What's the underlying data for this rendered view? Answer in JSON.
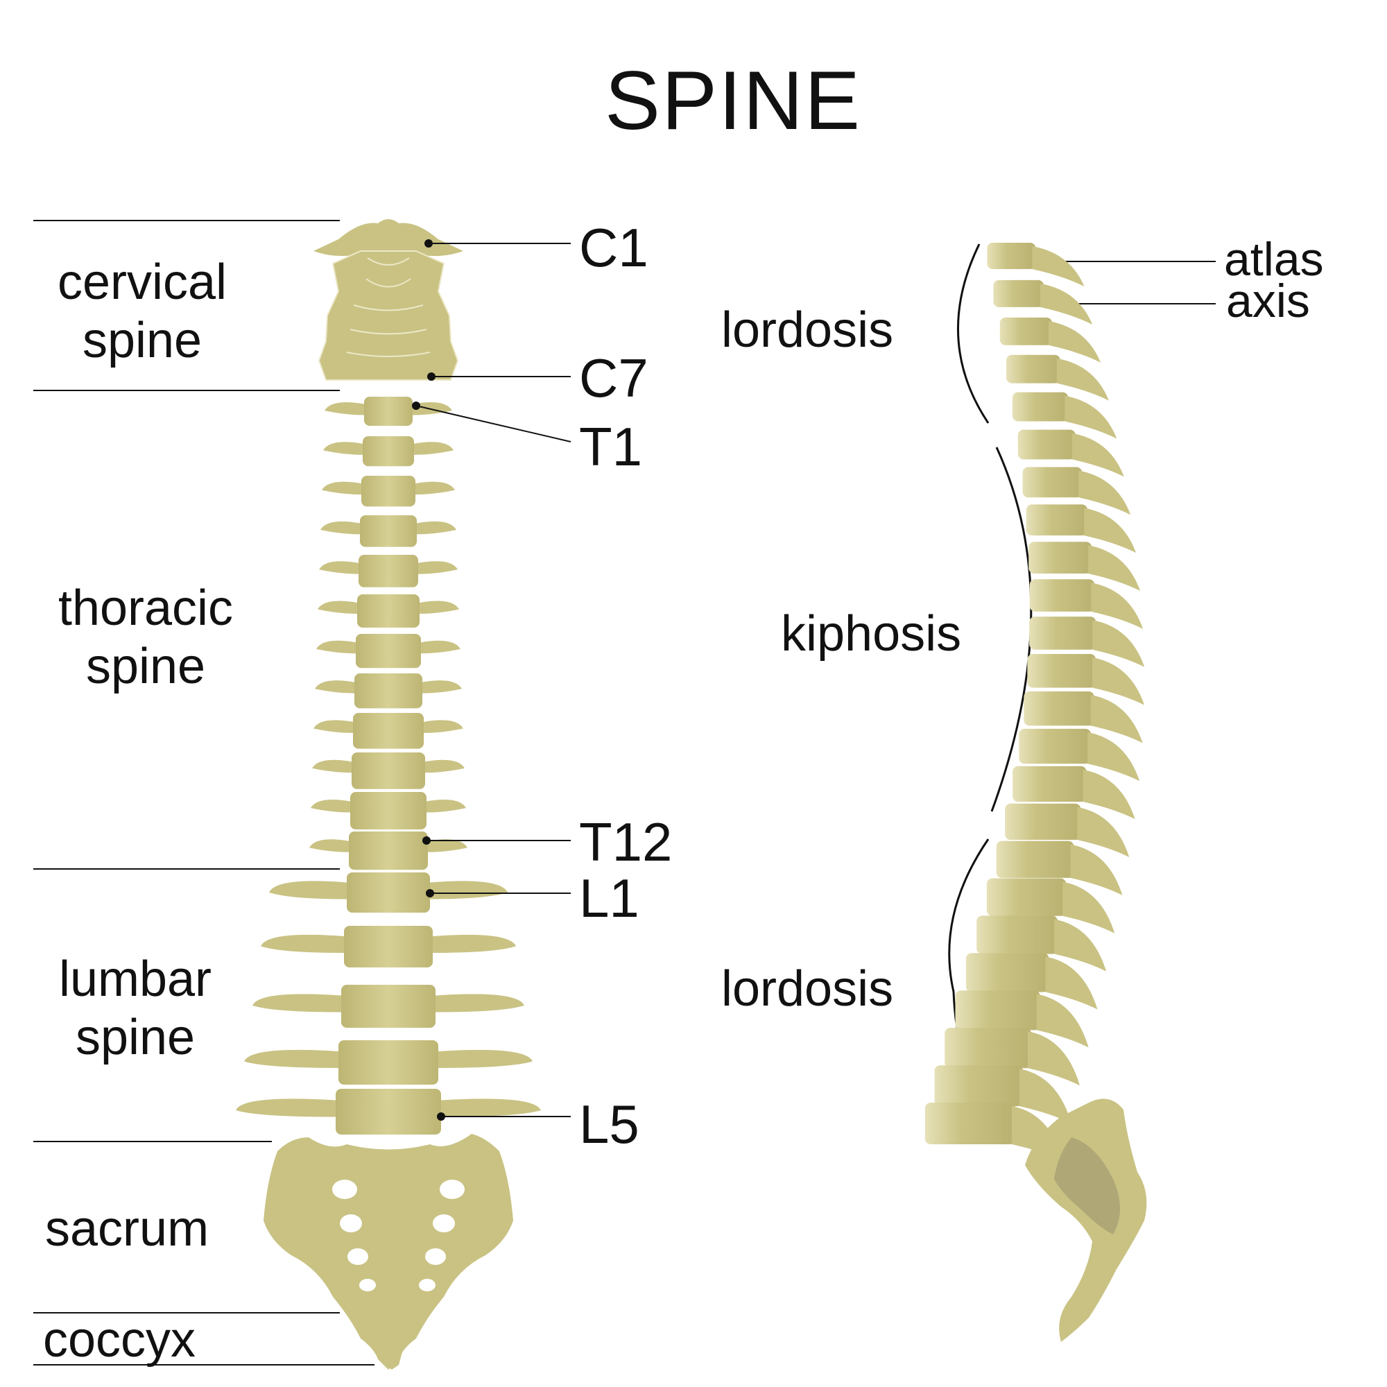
{
  "title": "SPINE",
  "regions": {
    "cervical": [
      "cervical",
      "spine"
    ],
    "thoracic": [
      "thoracic",
      "spine"
    ],
    "lumbar": [
      "lumbar",
      "spine"
    ],
    "sacrum": "sacrum",
    "coccyx": "coccyx"
  },
  "vertebra_labels": {
    "c1": "C1",
    "c7": "C7",
    "t1": "T1",
    "t12": "T12",
    "l1": "L1",
    "l5": "L5"
  },
  "side_labels": {
    "atlas": "atlas",
    "axis": "axis"
  },
  "curvatures": {
    "upper": "lordosis",
    "middle": "kiphosis",
    "lower": "lordosis"
  },
  "colors": {
    "bone": "#c9c283",
    "bone_shadow": "#b2aa66",
    "bone_light": "#e4dfb2",
    "lines": "#111111"
  }
}
